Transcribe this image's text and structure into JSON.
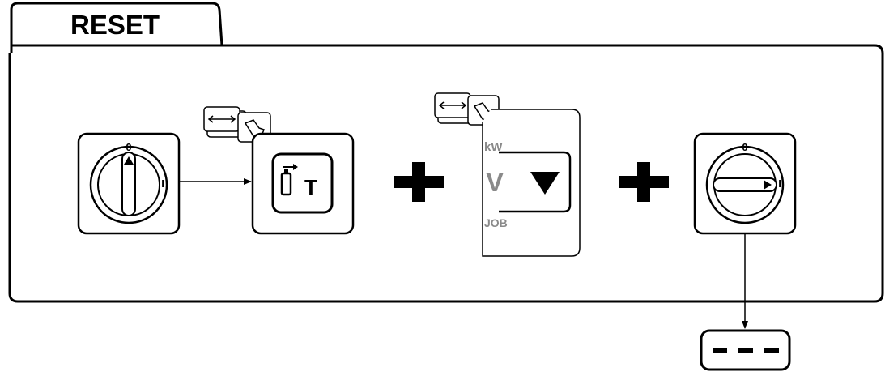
{
  "tab": {
    "title": "RESET"
  },
  "switch_left": {
    "zero_label": "0",
    "one_label": "I",
    "position": "0"
  },
  "gas_test_button": {
    "icon": "gas-test-icon",
    "letter": "T"
  },
  "param_panel": {
    "labels": [
      "kW",
      "V",
      "JOB"
    ],
    "active": "V",
    "arrow": "▼"
  },
  "plus_signs": [
    "plus-icon",
    "plus-icon"
  ],
  "switch_right": {
    "zero_label": "0",
    "one_label": "I",
    "position": "I"
  },
  "result_display": {
    "text": "- - -"
  },
  "colors": {
    "line": "#000000",
    "inactive_text": "#8a8a8a",
    "background": "#ffffff"
  }
}
